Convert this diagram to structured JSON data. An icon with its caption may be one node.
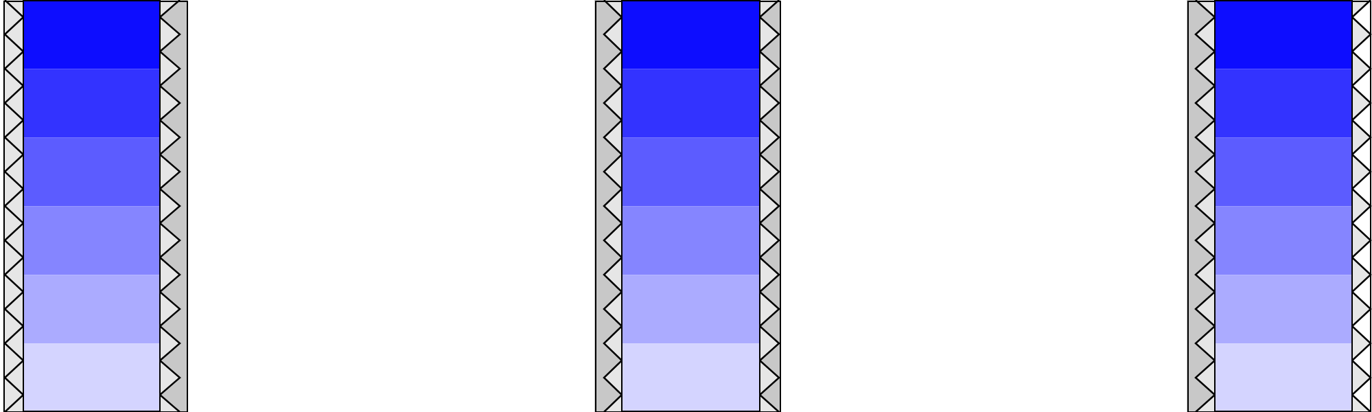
{
  "diagram": {
    "nodes": [
      {
        "text": [],
        "shape": "box"
      },
      {
        "text": [],
        "shape": "bar",
        "in": 0
      },
      {
        "text": [],
        "shape": "bar",
        "in": 0
      },
      {
        "text": [],
        "shape": "bar",
        "in": 0
      },
      {
        "text": [],
        "shape": "bar",
        "in": 0
      },
      {
        "text": [],
        "shape": "bar",
        "in": 0
      },
      {
        "text": [],
        "shape": "bar",
        "in": 0
      },
      {
        "text": [],
        "shape": "box"
      },
      {
        "text": [],
        "shape": "bar",
        "in": 7
      },
      {
        "text": [],
        "shape": "bar",
        "in": 7
      },
      {
        "text": [],
        "shape": "bar",
        "in": 7
      },
      {
        "text": [],
        "shape": "bar",
        "in": 7
      },
      {
        "text": [],
        "shape": "bar",
        "in": 7
      },
      {
        "text": [],
        "shape": "bar",
        "in": 7
      },
      {
        "text": [],
        "shape": "box"
      },
      {
        "text": [],
        "shape": "bar",
        "in": 14
      },
      {
        "text": [],
        "shape": "bar",
        "in": 14
      },
      {
        "text": [],
        "shape": "bar",
        "in": 14
      },
      {
        "text": [],
        "shape": "bar",
        "in": 14
      },
      {
        "text": [],
        "shape": "bar",
        "in": 14
      },
      {
        "text": [],
        "shape": "bar",
        "in": 14
      }
    ]
  }
}
